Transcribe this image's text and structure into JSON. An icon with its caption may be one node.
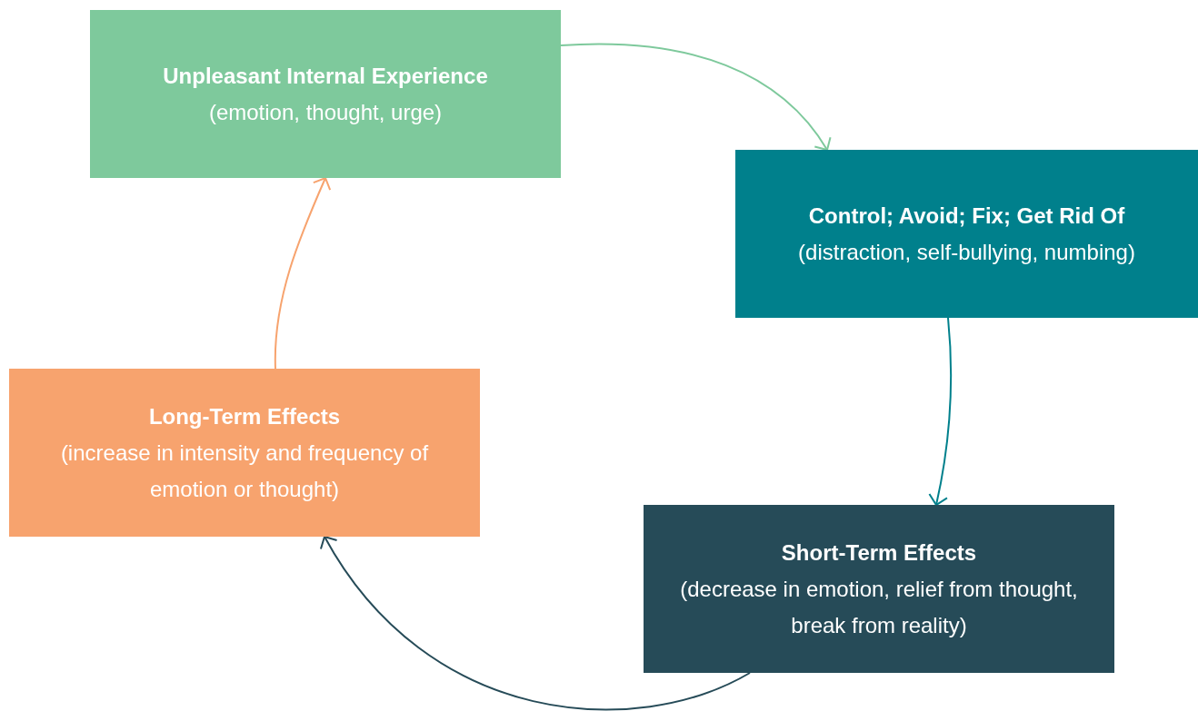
{
  "diagram": {
    "nodes": [
      {
        "text": [
          "Unpleasant Internal Experience",
          "(emotion, thought, urge)"
        ]
      },
      {
        "text": [
          "Control; Avoid; Fix; Get Rid Of",
          "(distraction, self-bullying, numbing)"
        ]
      },
      {
        "text": [
          "Short-Term Effects",
          "(decrease in emotion, relief from thought, break from reality)"
        ]
      },
      {
        "text": [
          "Long-Term Effects",
          "(increase in intensity and frequency of emotion or thought)"
        ]
      }
    ],
    "edges": [
      {
        "from": 0,
        "to": 1,
        "arrow": "to",
        "color": "#7ec99c"
      },
      {
        "from": 1,
        "to": 2,
        "arrow": "to",
        "color": "#00808c"
      },
      {
        "from": 2,
        "to": 3,
        "arrow": "to",
        "color": "#264b58"
      },
      {
        "from": 3,
        "to": 0,
        "arrow": "to",
        "color": "#f7a36e"
      }
    ]
  }
}
